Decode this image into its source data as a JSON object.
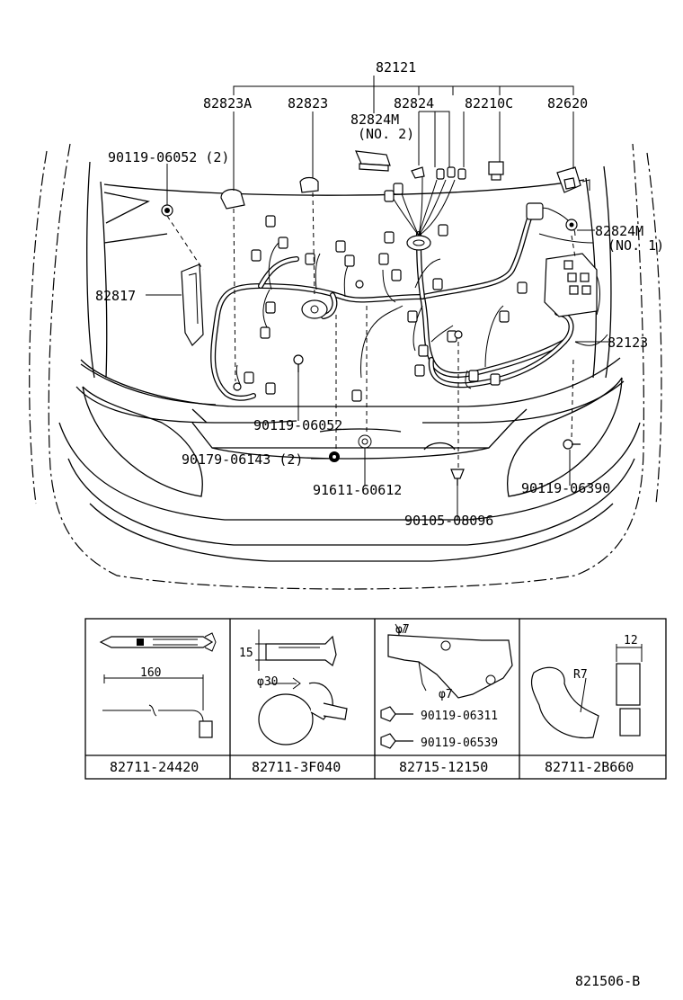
{
  "labels": {
    "harness_main": "82121",
    "p82823A": "82823A",
    "p82823": "82823",
    "p82824": "82824",
    "p82210C": "82210C",
    "p82620": "82620",
    "p82824M_no2": "82824M",
    "p82824M_no2_sub": "(NO. 2)",
    "bolt_90119_06052_2": "90119-06052 (2)",
    "p82824M_no1": "82824M",
    "p82824M_no1_sub": "(NO. 1)",
    "p82817": "82817",
    "p82123": "82123",
    "bolt_90119_06052": "90119-06052",
    "nut_90179_06143": "90179-06143 (2)",
    "grommet_91611_60612": "91611-60612",
    "bolt_90119_06390": "90119-06390",
    "clip_90105_08096": "90105-08096"
  },
  "detail_table": {
    "cells": [
      {
        "part_no": "82711-24420",
        "dimension": "160"
      },
      {
        "part_no": "82711-3F040",
        "dimension_a": "15",
        "dimension_b": "φ30"
      },
      {
        "part_no": "82715-12150",
        "hole_a": "φ7",
        "hole_b": "φ7",
        "bolt_a": "90119-06311",
        "bolt_b": "90119-06539"
      },
      {
        "part_no": "82711-2B660",
        "radius": "R7",
        "width": "12"
      }
    ]
  },
  "figure_id": "821506-B"
}
